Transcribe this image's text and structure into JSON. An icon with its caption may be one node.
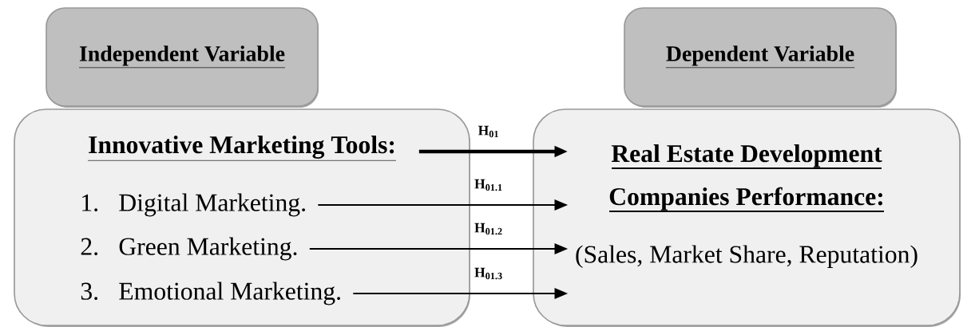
{
  "diagram": {
    "nodes": [
      {
        "text": [
          "Independent Variable"
        ]
      },
      {
        "text": [
          "Dependent Variable"
        ]
      },
      {
        "text": [
          "Innovative Marketing Tools:"
        ]
      },
      {
        "text": [
          "1.",
          "Digital Marketing."
        ],
        "in": 2
      },
      {
        "text": [
          "2.",
          "Green Marketing."
        ],
        "in": 2
      },
      {
        "text": [
          "3.",
          "Emotional Marketing."
        ],
        "in": 2
      },
      {
        "text": [
          "Real Estate Development Companies Performance:",
          "(Sales, Market Share, Reputation)"
        ]
      }
    ],
    "edges": [
      {
        "from": 2,
        "to": 6,
        "arrow": "to",
        "style": "thick",
        "label": "H$_{01}$"
      },
      {
        "from": 3,
        "to": 6,
        "arrow": "to",
        "label": "H$_{01.1}$"
      },
      {
        "from": 4,
        "to": 6,
        "arrow": "to",
        "label": "H$_{01.2}$"
      },
      {
        "from": 5,
        "to": 6,
        "arrow": "to",
        "label": "H$_{01.3}$"
      }
    ]
  }
}
